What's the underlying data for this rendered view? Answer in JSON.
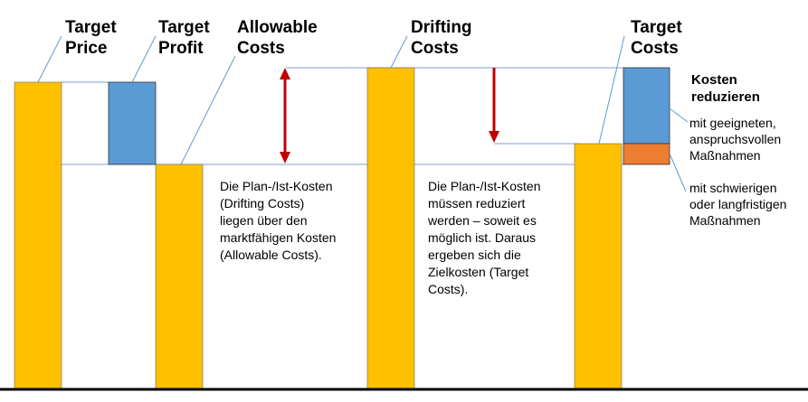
{
  "headers": {
    "target_price": [
      "Target",
      "Price"
    ],
    "target_profit": [
      "Target",
      "Profit"
    ],
    "allowable_costs": [
      "Allowable",
      "Costs"
    ],
    "drifting_costs": [
      "Drifting",
      "Costs"
    ],
    "target_costs": [
      "Target",
      "Costs"
    ]
  },
  "notes": {
    "left": [
      "Die Plan-/Ist-Kosten",
      "(Drifting Costs)",
      "liegen über den",
      "marktfähigen Kosten",
      "(Allowable Costs)."
    ],
    "right": [
      "Die Plan-/Ist-Kosten",
      "müssen reduziert",
      "werden – soweit es",
      "möglich ist. Daraus",
      "ergeben sich die",
      "Zielkosten (Target",
      "Costs)."
    ]
  },
  "side": {
    "heading": [
      "Kosten",
      "reduzieren"
    ],
    "blue_note": [
      "mit geeigneten,",
      "anspruchsvollen",
      "Maßnahmen"
    ],
    "orange_note": [
      "mit schwierigen",
      "oder langfristigen",
      "Maßnahmen"
    ]
  },
  "colors": {
    "yellow": "#FFC000",
    "blue": "#5B9BD5",
    "orange": "#ED7D31",
    "arrow": "#C00000",
    "leader": "#5B9BD5",
    "level_line": "#7F9FCF",
    "axis": "#000000"
  }
}
